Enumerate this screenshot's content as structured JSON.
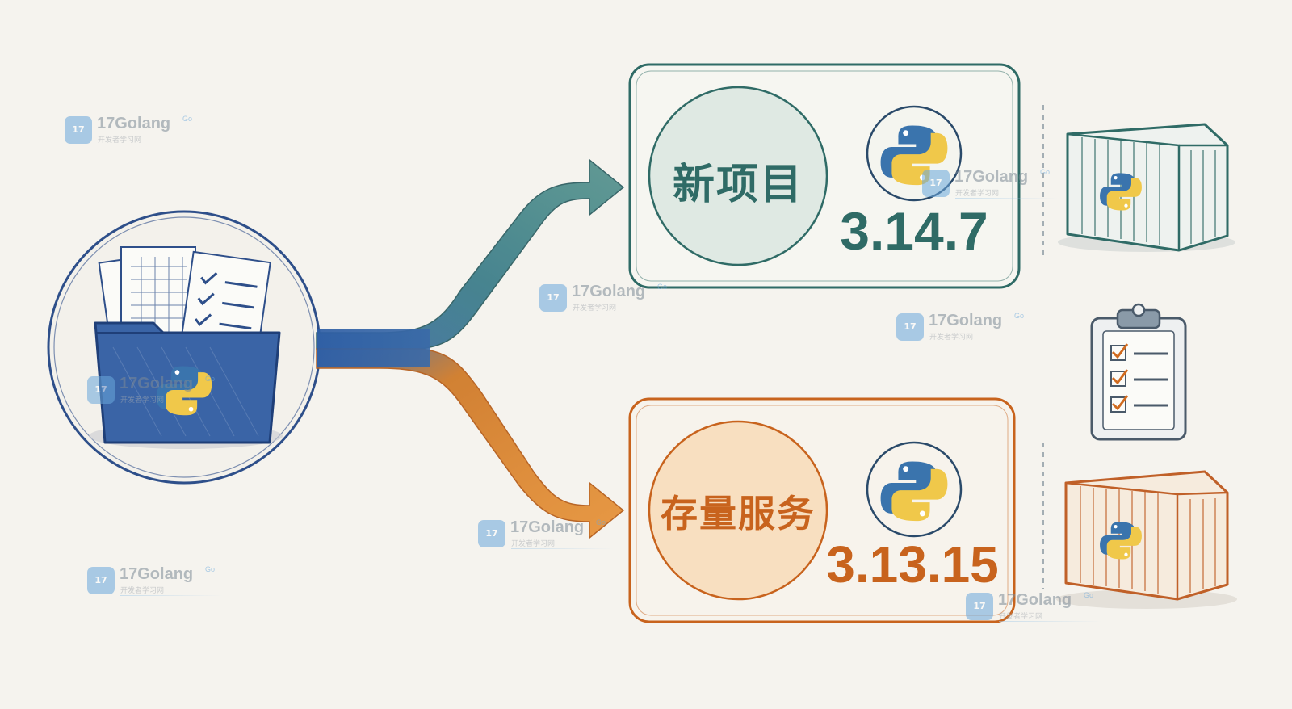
{
  "colors": {
    "background": "#f5f3ee",
    "source_blue": "#2e5ea5",
    "new_teal": "#2f6b66",
    "legacy_orange": "#c8631d",
    "python_blue": "#3a74ad",
    "python_yellow": "#f0c84a"
  },
  "source": {
    "icon": "folder-with-documents-and-python-logo-icon"
  },
  "branches": [
    {
      "label": "新项目",
      "version": "3.14.7",
      "color": "#2f6b66",
      "icons": [
        "python-logo-icon",
        "container-icon"
      ]
    },
    {
      "label": "存量服务",
      "version": "3.13.15",
      "color": "#c8631d",
      "icons": [
        "python-logo-icon",
        "container-icon"
      ]
    }
  ],
  "extra_icons": [
    "clipboard-checklist-icon"
  ],
  "watermark": {
    "brand": "17Golang",
    "tag": "Go",
    "subtitle": "开发者学习网",
    "logo_text": "17"
  }
}
